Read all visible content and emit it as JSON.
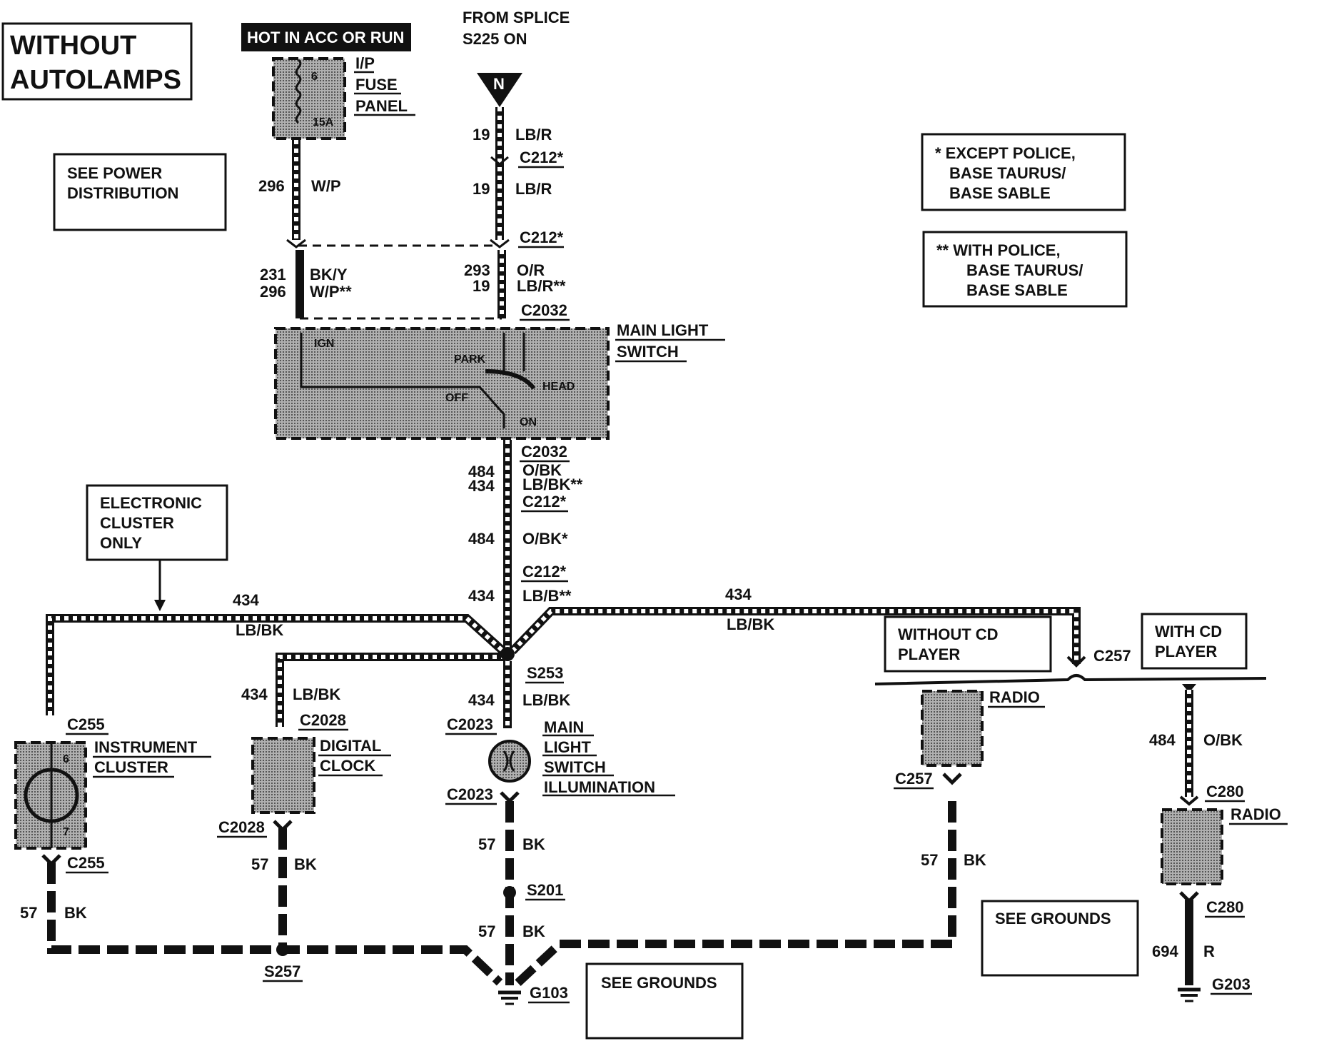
{
  "title_box": {
    "line1": "WITHOUT",
    "line2": "AUTOLAMPS"
  },
  "hot_label": "HOT IN ACC OR RUN",
  "fuse": {
    "num": "6",
    "rating": "15A",
    "label1": "I/P",
    "label2": "FUSE",
    "label3": "PANEL"
  },
  "splice_from": {
    "line1": "FROM SPLICE",
    "line2": "S225 ON",
    "symbol": "N"
  },
  "see_power": {
    "line1": "SEE POWER",
    "line2": "DISTRIBUTION"
  },
  "note_except": {
    "line1": "* EXCEPT POLICE,",
    "line2": "BASE TAURUS/",
    "line3": "BASE SABLE"
  },
  "note_with": {
    "line1": "** WITH POLICE,",
    "line2": "BASE TAURUS/",
    "line3": "BASE SABLE"
  },
  "wires": {
    "w296_num": "296",
    "w296_color": "W/P",
    "w19a_num": "19",
    "w19a_color": "LB/R",
    "w19b_num": "19",
    "w19b_color": "LB/R",
    "w231_num": "231",
    "w231_color": "BK/Y",
    "w296b_num": "296",
    "w296b_color": "W/P**",
    "w293_num": "293",
    "w293_color": "O/R",
    "w19c_num": "19",
    "w19c_color": "LB/R**",
    "w484a_num": "484",
    "w484a_color": "O/BK",
    "w434a_num": "434",
    "w434a_color": "LB/BK**",
    "w484b_num": "484",
    "w484b_color": "O/BK*",
    "w434b_num": "434",
    "w434b_color": "LB/B**",
    "w434_left_num": "434",
    "w434_left_color": "LB/BK",
    "w434_right_num": "434",
    "w434_right_color": "LB/BK",
    "w434_clock_num": "434",
    "w434_clock_color": "LB/BK",
    "w434_illum_num": "434",
    "w434_illum_color": "LB/BK",
    "w57_cluster_num": "57",
    "w57_cluster_color": "BK",
    "w57_clock_num": "57",
    "w57_clock_color": "BK",
    "w57_main_a_num": "57",
    "w57_main_a_color": "BK",
    "w57_main_b_num": "57",
    "w57_main_b_color": "BK",
    "w57_radio_num": "57",
    "w57_radio_color": "BK",
    "w484_radio_num": "484",
    "w484_radio_color": "O/BK",
    "w694_num": "694",
    "w694_color": "R"
  },
  "connectors": {
    "c212_1": "C212*",
    "c212_2": "C212*",
    "c2032_top": "C2032",
    "c2032_bot": "C2032",
    "c212_3": "C212*",
    "c212_4": "C212*",
    "s253": "S253",
    "c2023_top": "C2023",
    "c2023_bot": "C2023",
    "c255_top": "C255",
    "c255_bot": "C255",
    "c2028_top": "C2028",
    "c2028_bot": "C2028",
    "s201": "S201",
    "s257": "S257",
    "g103": "G103",
    "c257_top": "C257",
    "c257_bot": "C257",
    "c280_top": "C280",
    "c280_bot": "C280",
    "g203": "G203"
  },
  "switch": {
    "label1": "MAIN LIGHT",
    "label2": "SWITCH",
    "ign": "IGN",
    "park": "PARK",
    "head": "HEAD",
    "off": "OFF",
    "on": "ON"
  },
  "electronic_box": {
    "line1": "ELECTRONIC",
    "line2": "CLUSTER",
    "line3": "ONLY"
  },
  "instrument": {
    "label1": "INSTRUMENT",
    "label2": "CLUSTER",
    "pin_top": "6",
    "pin_bot": "7"
  },
  "clock": {
    "label1": "DIGITAL",
    "label2": "CLOCK"
  },
  "illum": {
    "label1": "MAIN",
    "label2": "LIGHT",
    "label3": "SWITCH",
    "label4": "ILLUMINATION"
  },
  "without_cd": {
    "line1": "WITHOUT CD",
    "line2": "PLAYER"
  },
  "with_cd": {
    "line1": "WITH CD",
    "line2": "PLAYER"
  },
  "radio_a": "RADIO",
  "radio_b": "RADIO",
  "see_grounds_a": "SEE GROUNDS",
  "see_grounds_b": "SEE GROUNDS"
}
